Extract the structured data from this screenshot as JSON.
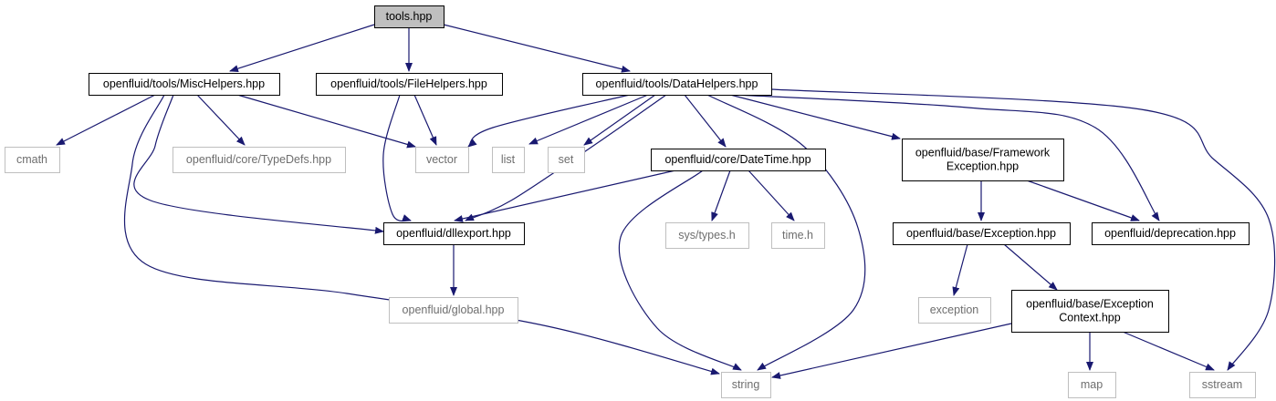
{
  "diagram": {
    "type": "include-dependency-graph",
    "colors": {
      "edge": "#191970",
      "root_fill": "#bfbfbf",
      "node_border": "#000000",
      "external_border": "#bfbfbf",
      "external_text": "#6e6e6e"
    },
    "nodes": [
      {
        "id": "tools_hpp",
        "lines": [
          "tools.hpp"
        ],
        "kind": "root"
      },
      {
        "id": "misc_helpers",
        "lines": [
          "openfluid/tools/MiscHelpers.hpp"
        ],
        "kind": "internal"
      },
      {
        "id": "file_helpers",
        "lines": [
          "openfluid/tools/FileHelpers.hpp"
        ],
        "kind": "internal"
      },
      {
        "id": "data_helpers",
        "lines": [
          "openfluid/tools/DataHelpers.hpp"
        ],
        "kind": "internal"
      },
      {
        "id": "cmath",
        "lines": [
          "cmath"
        ],
        "kind": "external"
      },
      {
        "id": "typedefs",
        "lines": [
          "openfluid/core/TypeDefs.hpp"
        ],
        "kind": "external"
      },
      {
        "id": "vector",
        "lines": [
          "vector"
        ],
        "kind": "external"
      },
      {
        "id": "list",
        "lines": [
          "list"
        ],
        "kind": "external"
      },
      {
        "id": "set",
        "lines": [
          "set"
        ],
        "kind": "external"
      },
      {
        "id": "datetime",
        "lines": [
          "openfluid/core/DateTime.hpp"
        ],
        "kind": "internal"
      },
      {
        "id": "framework_exception",
        "lines": [
          "openfluid/base/Framework",
          "Exception.hpp"
        ],
        "kind": "internal"
      },
      {
        "id": "dllexport",
        "lines": [
          "openfluid/dllexport.hpp"
        ],
        "kind": "internal"
      },
      {
        "id": "sys_types",
        "lines": [
          "sys/types.h"
        ],
        "kind": "external"
      },
      {
        "id": "time_h",
        "lines": [
          "time.h"
        ],
        "kind": "external"
      },
      {
        "id": "base_exception",
        "lines": [
          "openfluid/base/Exception.hpp"
        ],
        "kind": "internal"
      },
      {
        "id": "deprecation",
        "lines": [
          "openfluid/deprecation.hpp"
        ],
        "kind": "internal"
      },
      {
        "id": "global",
        "lines": [
          "openfluid/global.hpp"
        ],
        "kind": "external"
      },
      {
        "id": "exception",
        "lines": [
          "exception"
        ],
        "kind": "external"
      },
      {
        "id": "exception_context",
        "lines": [
          "openfluid/base/Exception",
          "Context.hpp"
        ],
        "kind": "internal"
      },
      {
        "id": "string",
        "lines": [
          "string"
        ],
        "kind": "external"
      },
      {
        "id": "map",
        "lines": [
          "map"
        ],
        "kind": "external"
      },
      {
        "id": "sstream",
        "lines": [
          "sstream"
        ],
        "kind": "external"
      }
    ],
    "edges": [
      {
        "from": "tools_hpp",
        "to": "misc_helpers"
      },
      {
        "from": "tools_hpp",
        "to": "file_helpers"
      },
      {
        "from": "tools_hpp",
        "to": "data_helpers"
      },
      {
        "from": "misc_helpers",
        "to": "cmath"
      },
      {
        "from": "misc_helpers",
        "to": "typedefs"
      },
      {
        "from": "misc_helpers",
        "to": "vector"
      },
      {
        "from": "misc_helpers",
        "to": "dllexport"
      },
      {
        "from": "misc_helpers",
        "to": "string"
      },
      {
        "from": "file_helpers",
        "to": "vector"
      },
      {
        "from": "file_helpers",
        "to": "dllexport"
      },
      {
        "from": "data_helpers",
        "to": "vector"
      },
      {
        "from": "data_helpers",
        "to": "list"
      },
      {
        "from": "data_helpers",
        "to": "set"
      },
      {
        "from": "data_helpers",
        "to": "datetime"
      },
      {
        "from": "data_helpers",
        "to": "dllexport"
      },
      {
        "from": "data_helpers",
        "to": "string"
      },
      {
        "from": "data_helpers",
        "to": "framework_exception"
      },
      {
        "from": "data_helpers",
        "to": "deprecation"
      },
      {
        "from": "data_helpers",
        "to": "sstream"
      },
      {
        "from": "datetime",
        "to": "dllexport"
      },
      {
        "from": "datetime",
        "to": "sys_types"
      },
      {
        "from": "datetime",
        "to": "time_h"
      },
      {
        "from": "datetime",
        "to": "string"
      },
      {
        "from": "dllexport",
        "to": "global"
      },
      {
        "from": "framework_exception",
        "to": "base_exception"
      },
      {
        "from": "framework_exception",
        "to": "deprecation"
      },
      {
        "from": "base_exception",
        "to": "exception"
      },
      {
        "from": "base_exception",
        "to": "exception_context"
      },
      {
        "from": "exception_context",
        "to": "string"
      },
      {
        "from": "exception_context",
        "to": "map"
      },
      {
        "from": "exception_context",
        "to": "sstream"
      }
    ]
  }
}
